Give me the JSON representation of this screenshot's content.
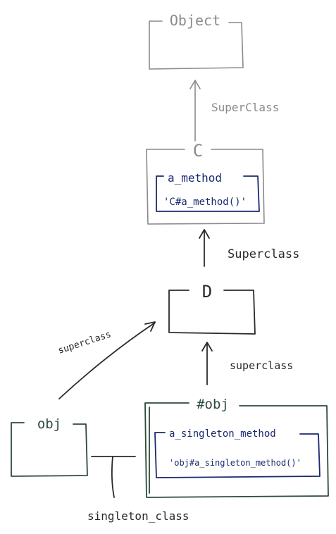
{
  "colors": {
    "pencil": "#8a8a8a",
    "ink_dark": "#2a2a2a",
    "ink_blue": "#1a2a6e",
    "ink_green": "#2c4a3a"
  },
  "nodes": {
    "object": {
      "label": "Object"
    },
    "c": {
      "label": "C",
      "method": {
        "name": "a_method",
        "body": "'C#a_method()'"
      }
    },
    "d": {
      "label": "D"
    },
    "singleton": {
      "label": "#obj",
      "method": {
        "name": "a_singleton_method",
        "body": "'obj#a_singleton_method()'"
      }
    },
    "obj": {
      "label": "obj"
    }
  },
  "edges": {
    "c_to_object": "SuperClass",
    "d_to_c": "Superclass",
    "singleton_to_d": "superclass",
    "obj_to_d": "superclass",
    "obj_to_singleton": "singleton_class"
  }
}
